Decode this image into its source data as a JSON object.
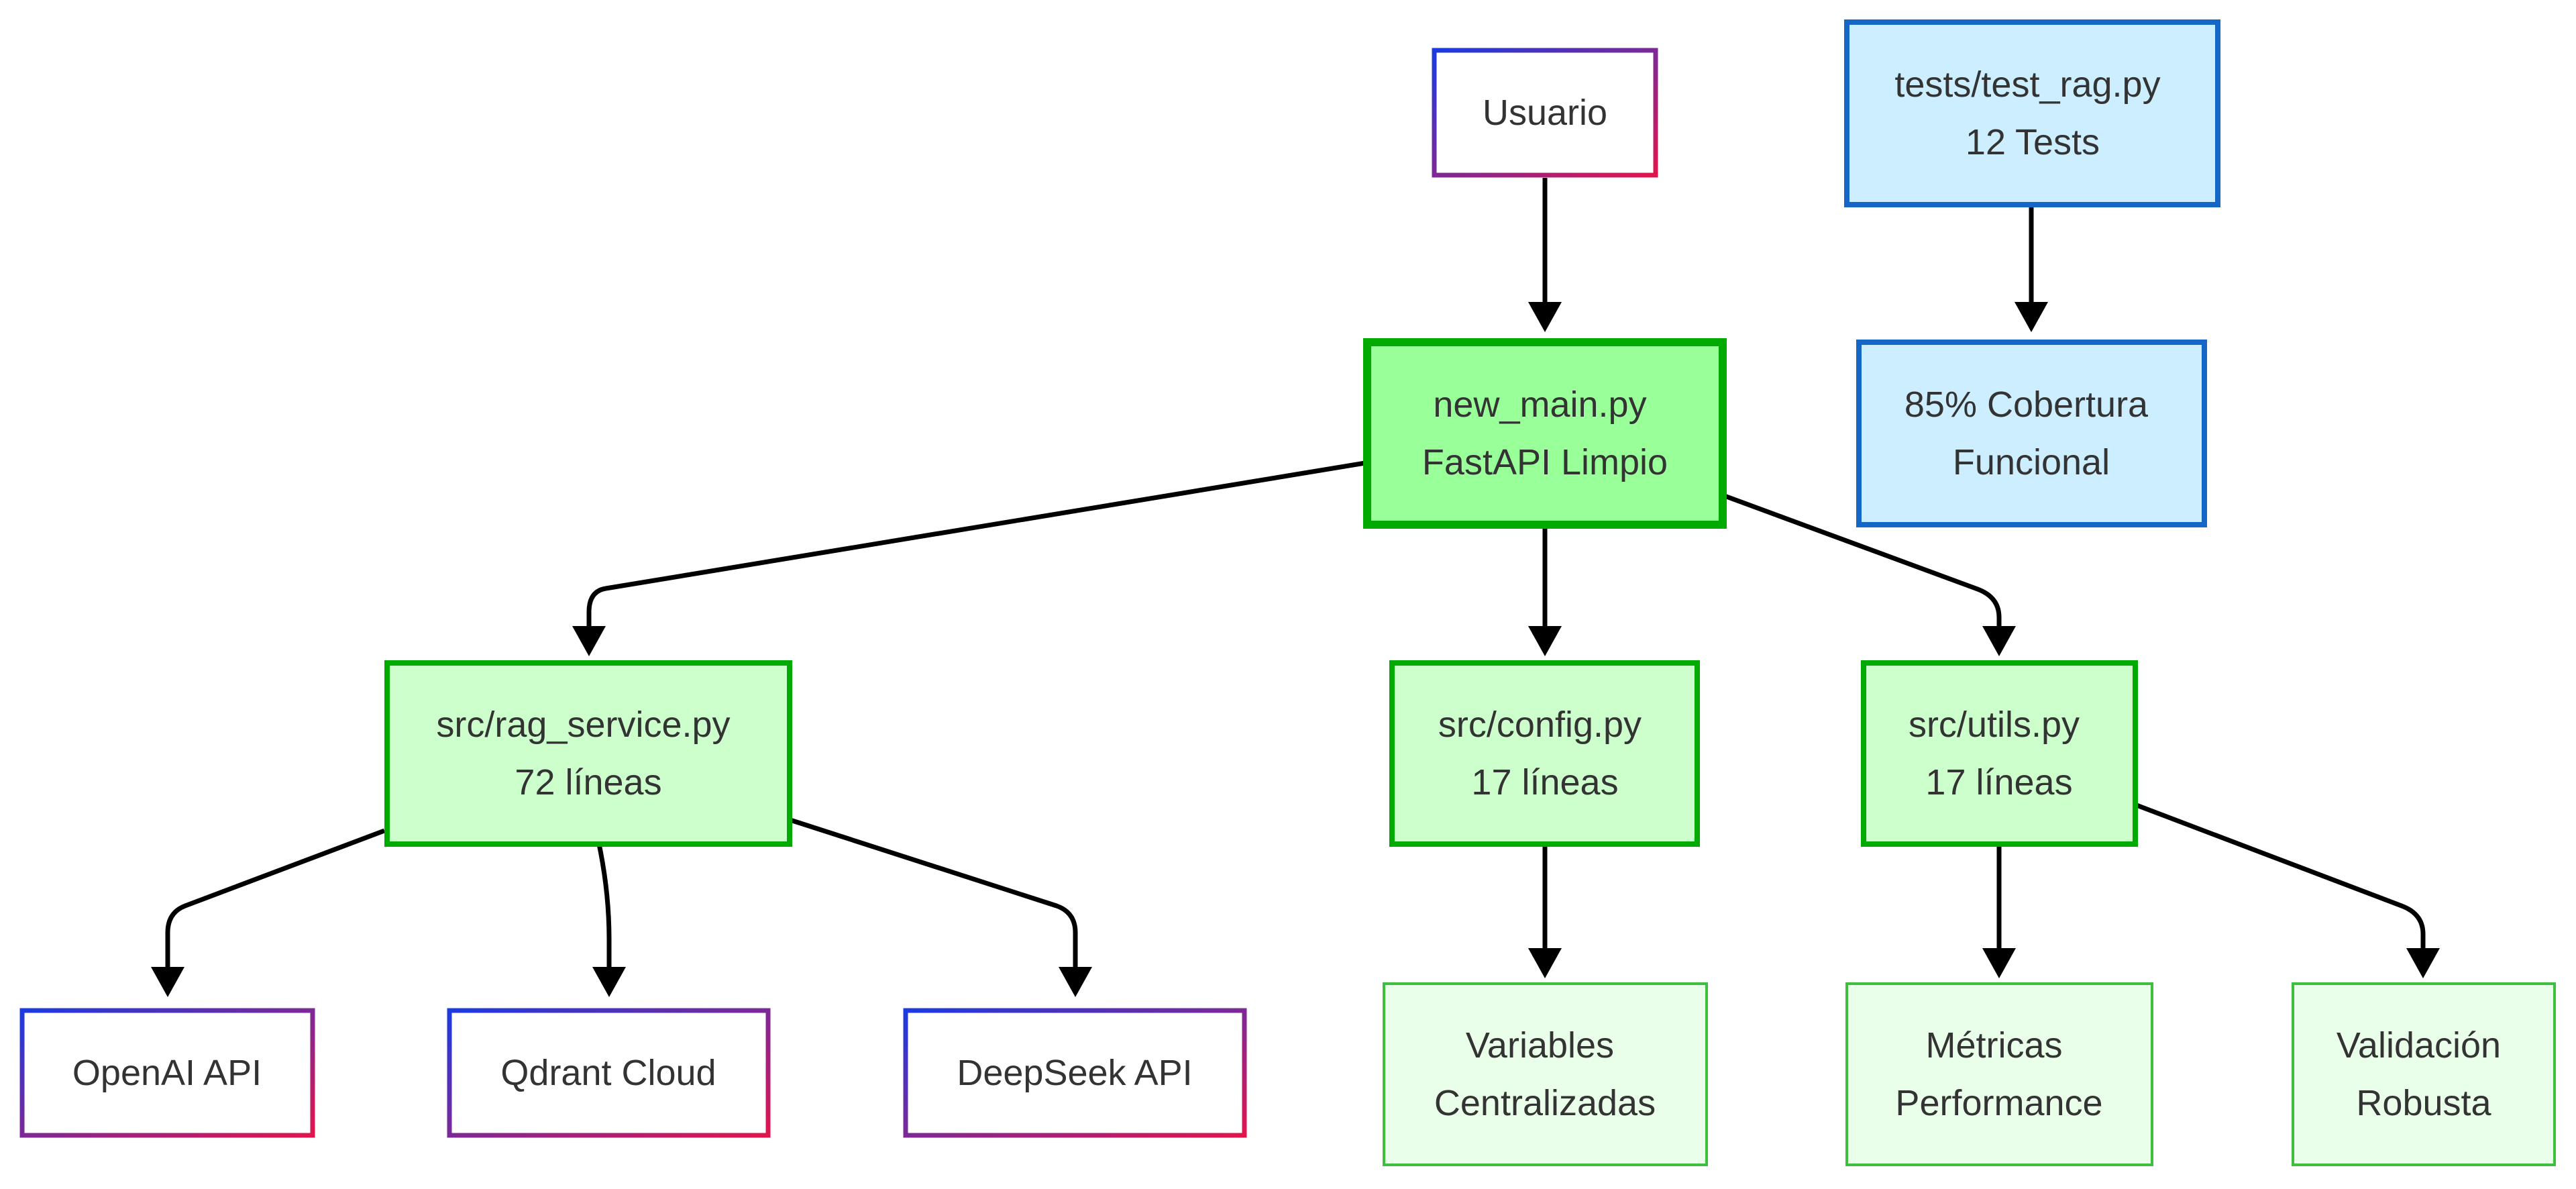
{
  "colors": {
    "edge": "#000000",
    "grad_blue": "#1a3be0",
    "grad_red": "#e0154e",
    "main_fill": "#99ff99",
    "main_stroke": "#00aa00",
    "module_fill": "#ccffcc",
    "module_stroke": "#00aa00",
    "leaf_fill": "#eaffea",
    "leaf_stroke": "#3cbf3c",
    "test_fill": "#cceeff",
    "test_stroke": "#1467c7",
    "text": "#333333"
  },
  "nodes": {
    "usuario": {
      "lines": [
        "Usuario"
      ]
    },
    "tests": {
      "lines": [
        "tests/test_rag.py",
        "12 Tests"
      ]
    },
    "main": {
      "lines": [
        "new_main.py",
        "FastAPI Limpio"
      ]
    },
    "cobertura": {
      "lines": [
        "85% Cobertura",
        "Funcional"
      ]
    },
    "rag": {
      "lines": [
        "src/rag_service.py",
        "72 líneas"
      ]
    },
    "config": {
      "lines": [
        "src/config.py",
        "17 líneas"
      ]
    },
    "utils": {
      "lines": [
        "src/utils.py",
        "17 líneas"
      ]
    },
    "openai": {
      "lines": [
        "OpenAI API"
      ]
    },
    "qdrant": {
      "lines": [
        "Qdrant Cloud"
      ]
    },
    "deepseek": {
      "lines": [
        "DeepSeek API"
      ]
    },
    "variables": {
      "lines": [
        "Variables",
        "Centralizadas"
      ]
    },
    "metricas": {
      "lines": [
        "Métricas",
        "Performance"
      ]
    },
    "validacion": {
      "lines": [
        "Validación",
        "Robusta"
      ]
    }
  },
  "edges": [
    {
      "from": "usuario",
      "to": "main"
    },
    {
      "from": "tests",
      "to": "cobertura"
    },
    {
      "from": "main",
      "to": "rag"
    },
    {
      "from": "main",
      "to": "config"
    },
    {
      "from": "main",
      "to": "utils"
    },
    {
      "from": "rag",
      "to": "openai"
    },
    {
      "from": "rag",
      "to": "qdrant"
    },
    {
      "from": "rag",
      "to": "deepseek"
    },
    {
      "from": "config",
      "to": "variables"
    },
    {
      "from": "utils",
      "to": "metricas"
    },
    {
      "from": "utils",
      "to": "validacion"
    }
  ]
}
